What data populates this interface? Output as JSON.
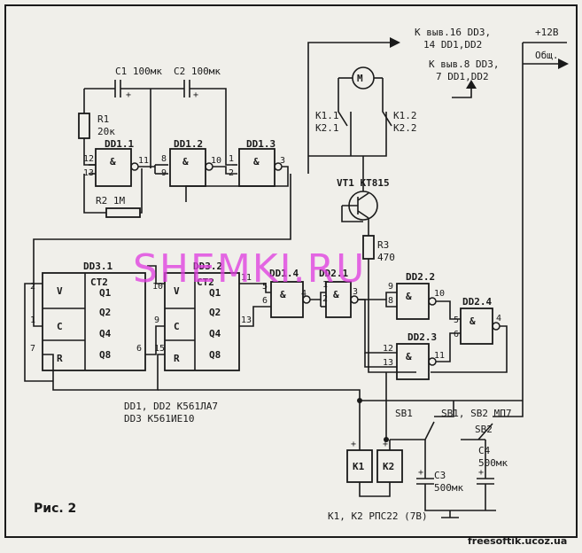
{
  "top": {
    "k_pins_16": "К выв.16 DD3,",
    "k_pins_14": "14 DD1,DD2",
    "k_pins_8": "К выв.8 DD3,",
    "k_pins_7": "7 DD1,DD2",
    "plus12": "+12В",
    "common": "Общ."
  },
  "oscillator": {
    "c1": "C1 100мк",
    "c2": "C2 100мк",
    "r1_name": "R1",
    "r1_val": "20к",
    "r2": "R2 1М",
    "dd11": "DD1.1",
    "dd12": "DD1.2",
    "dd13": "DD1.3"
  },
  "relays": {
    "m": "M",
    "k11": "К1.1",
    "k21": "К2.1",
    "k12": "К1.2",
    "k22": "К2.2",
    "vt1": "VT1 КТ815",
    "r3_name": "R3",
    "r3_val": "470"
  },
  "counters": {
    "dd31": "DD3.1",
    "dd32": "DD3.2",
    "ct2a": "СТ2",
    "ct2b": "СТ2",
    "v": "V",
    "c": "C",
    "r": "R",
    "q1": "Q1",
    "q2": "Q2",
    "q4": "Q4",
    "q8": "Q8"
  },
  "gates": {
    "dd14": "DD1.4",
    "dd21": "DD2.1",
    "dd22": "DD2.2",
    "dd23": "DD2.3",
    "dd24": "DD2.4",
    "amp": "&"
  },
  "bottom": {
    "dd_note1": "DD1, DD2 К561ЛА7",
    "dd_note2": "DD3 К561ИЕ10",
    "sb1": "SB1",
    "sb_note": "SB1, SB2 МП7",
    "sb2": "SB2",
    "c4_name": "C4",
    "c4_val": "500мк",
    "c3_name": "C3",
    "c3_val": "500мк",
    "k1": "К1",
    "k2": "К2",
    "relay_note": "К1, К2 РПС22 (7В)",
    "fig": "Рис. 2",
    "watermark": "SHEMKI.RU",
    "credit": "freesoftik.ucoz.ua"
  },
  "pins": {
    "p1": "1",
    "p2": "2",
    "p3": "3",
    "p4": "4",
    "p5": "5",
    "p6": "6",
    "p7": "7",
    "p8": "8",
    "p9": "9",
    "p10": "10",
    "p11": "11",
    "p12": "12",
    "p13": "13",
    "p15": "15",
    "plus": "+"
  }
}
